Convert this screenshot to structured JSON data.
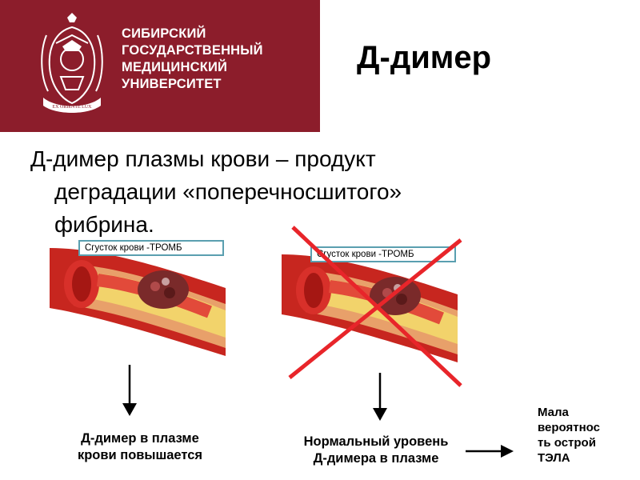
{
  "header": {
    "university_lines": [
      "СИБИРСКИЙ",
      "ГОСУДАРСТВЕННЫЙ",
      "МЕДИЦИНСКИЙ",
      "УНИВЕРСИТЕТ"
    ],
    "emblem_motto": "EX ORIENTE LUX"
  },
  "slide": {
    "title": "Д-димер",
    "text_line1": "Д-димер плазмы крови – продукт",
    "text_line2": "деградации «поперечносшитого»",
    "text_line3": "фибрина."
  },
  "left_panel": {
    "label": "Сгусток крови -ТРОМБ",
    "caption_line1": "Д-димер в плазме",
    "caption_line2": "крови повышается"
  },
  "right_panel": {
    "label": "Сгусток крови -ТРОМБ",
    "caption_line1": "Нормальный уровень",
    "caption_line2": "Д-димера в плазме"
  },
  "conclusion": {
    "lines": [
      "Мала",
      "вероятнос",
      "ть острой",
      "ТЭЛА"
    ]
  },
  "colors": {
    "header_bg": "#8c1d2b",
    "cross": "#e8252a",
    "label_border": "#5a9fb0"
  }
}
